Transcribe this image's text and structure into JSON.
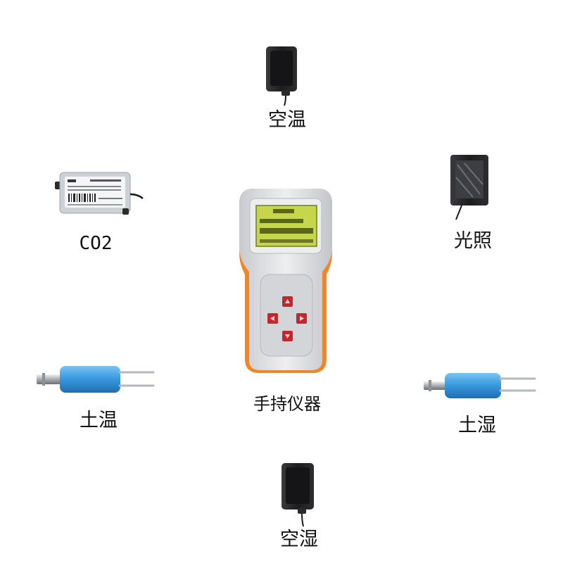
{
  "labels": {
    "air_temp": "空温",
    "co2": "CO2",
    "light": "光照",
    "handheld": "手持仪器",
    "soil_temp": "土温",
    "soil_moisture": "土湿",
    "air_humidity": "空湿"
  },
  "colors": {
    "background": "#ffffff",
    "sensor_black": "#1d1d1f",
    "device_accent_orange": "#f0862a",
    "device_body_grey": "#dfe0e3",
    "screen_green": "#c5d64a",
    "button_red": "#c4262d",
    "probe_blue": "#3b9be0",
    "co2_case_grey": "#cdd1d5"
  }
}
